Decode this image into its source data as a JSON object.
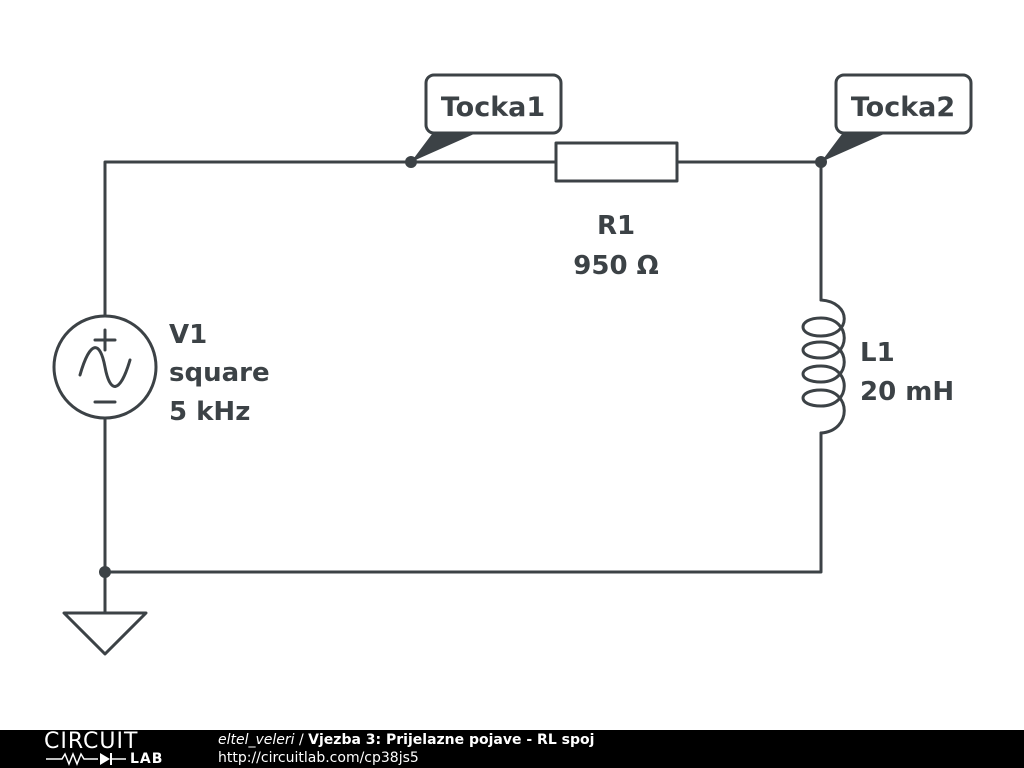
{
  "schematic": {
    "source": {
      "name": "V1",
      "type": "square",
      "frequency": "5 kHz"
    },
    "resistor": {
      "name": "R1",
      "value": "950 Ω"
    },
    "inductor": {
      "name": "L1",
      "value": "20 mH"
    },
    "flags": [
      {
        "label": "Tocka1"
      },
      {
        "label": "Tocka2"
      }
    ]
  },
  "footer": {
    "logo_top": "CIRCUIT",
    "logo_bottom": "LAB",
    "author": "eltel_veleri",
    "separator": " / ",
    "title": "Vjezba 3: Prijelazne pojave - RL spoj",
    "url": "http://circuitlab.com/cp38js5"
  }
}
